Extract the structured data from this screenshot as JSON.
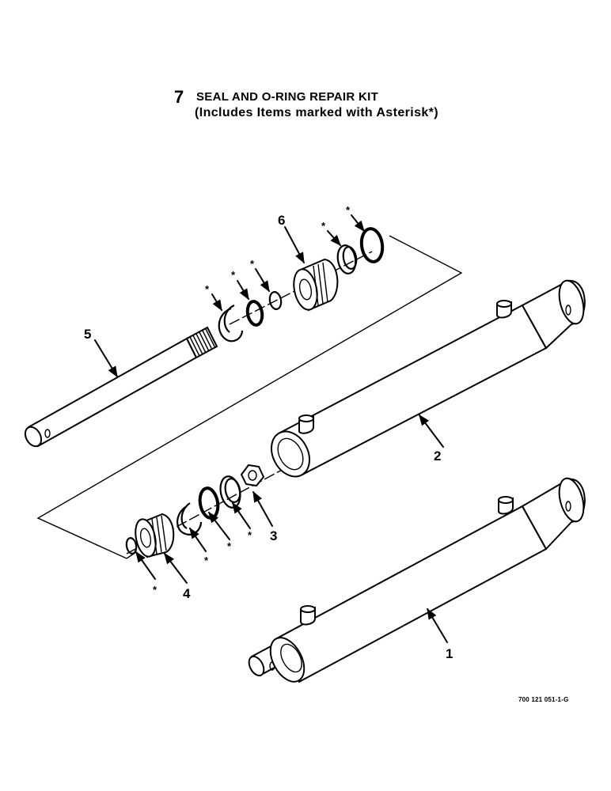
{
  "kit": {
    "number": "7",
    "title": "SEAL AND O-RING REPAIR KIT",
    "subtitle": "(Includes Items marked with Asterisk*)"
  },
  "callouts": {
    "item1": "1",
    "item2": "2",
    "item3": "3",
    "item4": "4",
    "item5": "5",
    "item6": "6",
    "asterisk": "*"
  },
  "drawing_number": "700 121 051-1-G"
}
